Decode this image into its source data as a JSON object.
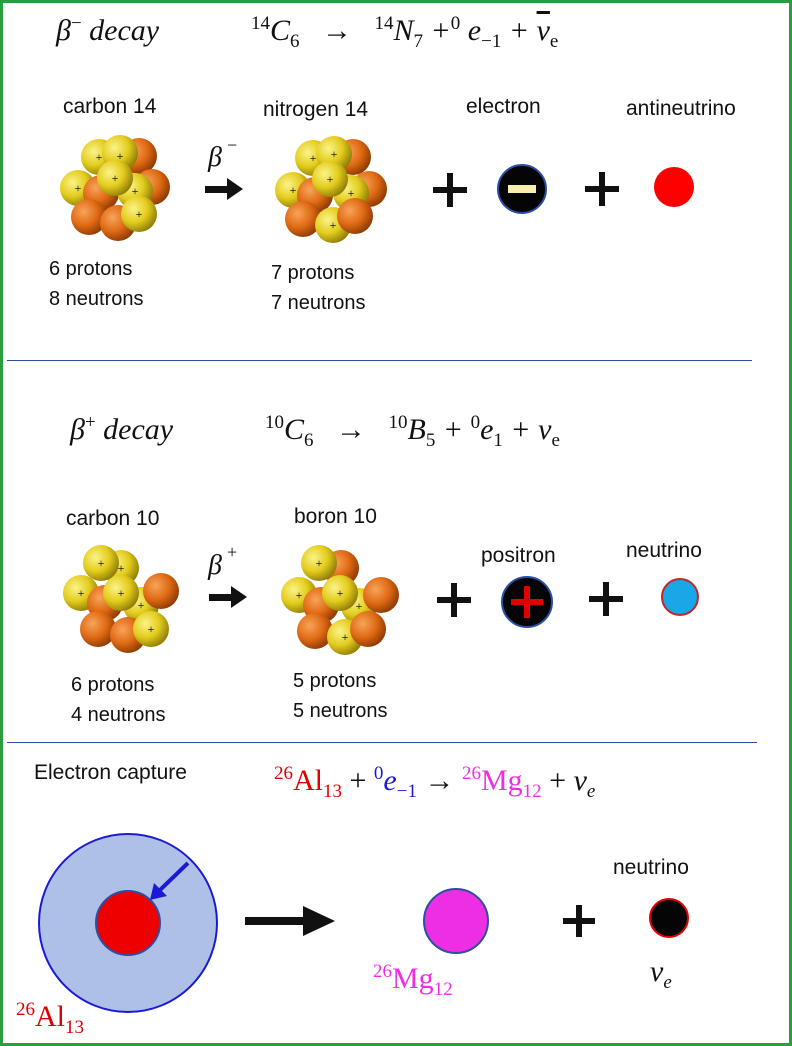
{
  "section1": {
    "title": "β⁻ decay",
    "equation": "¹⁴C₆ → ¹⁴N₇ + ⁰e₋₁ + ν̄ₑ",
    "parent_label": "carbon 14",
    "daughter_label": "nitrogen 14",
    "arrow_label": "β⁻",
    "particle1_label": "electron",
    "particle2_label": "antineutrino",
    "parent_protons": "6 protons",
    "parent_neutrons": "8 neutrons",
    "daughter_protons": "7 protons",
    "daughter_neutrons": "7 neutrons"
  },
  "section2": {
    "title": "β⁺ decay",
    "equation": "¹⁰C₆ → ¹⁰B₅ + ⁰e₁ + νₑ",
    "parent_label": "carbon 10",
    "daughter_label": "boron 10",
    "arrow_label": "β⁺",
    "particle1_label": "positron",
    "particle2_label": "neutrino",
    "parent_protons": "6 protons",
    "parent_neutrons": "4 neutrons",
    "daughter_protons": "5 protons",
    "daughter_neutrons": "5 neutrons"
  },
  "section3": {
    "title": "Electron capture",
    "equation": "²⁶Al₁₃ + ⁰e₋₁ → ²⁶Mg₁₂ + νₑ",
    "parent_symbol": "²⁶Al₁₃",
    "daughter_symbol": "²⁶Mg₁₂",
    "particle_label": "neutrino",
    "particle_symbol": "νₑ"
  },
  "colors": {
    "border": "#2a9d3e",
    "divider": "#2c4ea3",
    "proton": "#e8d21e",
    "neutron": "#e0731a",
    "antineutrino": "#ff0000",
    "neutrino_b_plus": "#1aa7e8",
    "aluminium": "#e00000",
    "magnesium": "#ee2ee2",
    "electron_shell": "#aec0e6",
    "electron_blue": "#1a1ad6"
  }
}
